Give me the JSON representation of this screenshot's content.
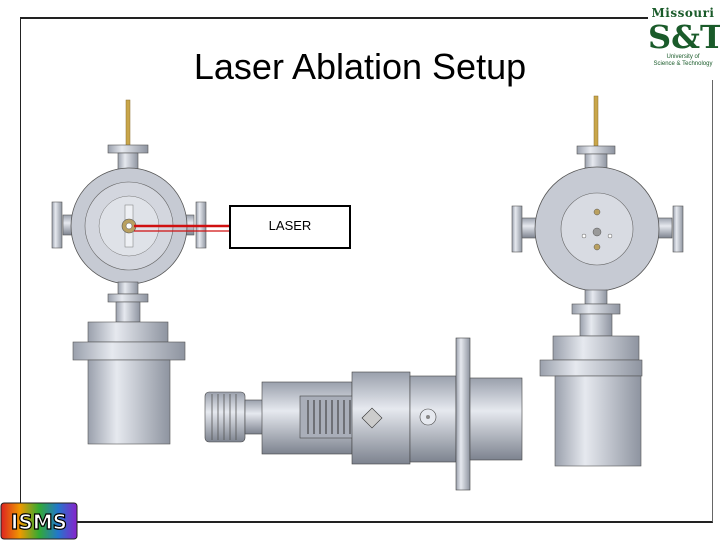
{
  "slide": {
    "title": "Laser Ablation Setup",
    "laser_label": "LASER"
  },
  "logo": {
    "line1": "Missouri",
    "line2": "S&T",
    "line3": "University of",
    "line4": "Science & Technology",
    "color": "#1a5b2a"
  },
  "isms_logo": {
    "text": "ISMS"
  },
  "colors": {
    "metal_light": "#d8dbe3",
    "metal_mid": "#b7bcc8",
    "metal_dark": "#8b909c",
    "laser_beam": "#d01010",
    "rod": "#c9a64a"
  }
}
